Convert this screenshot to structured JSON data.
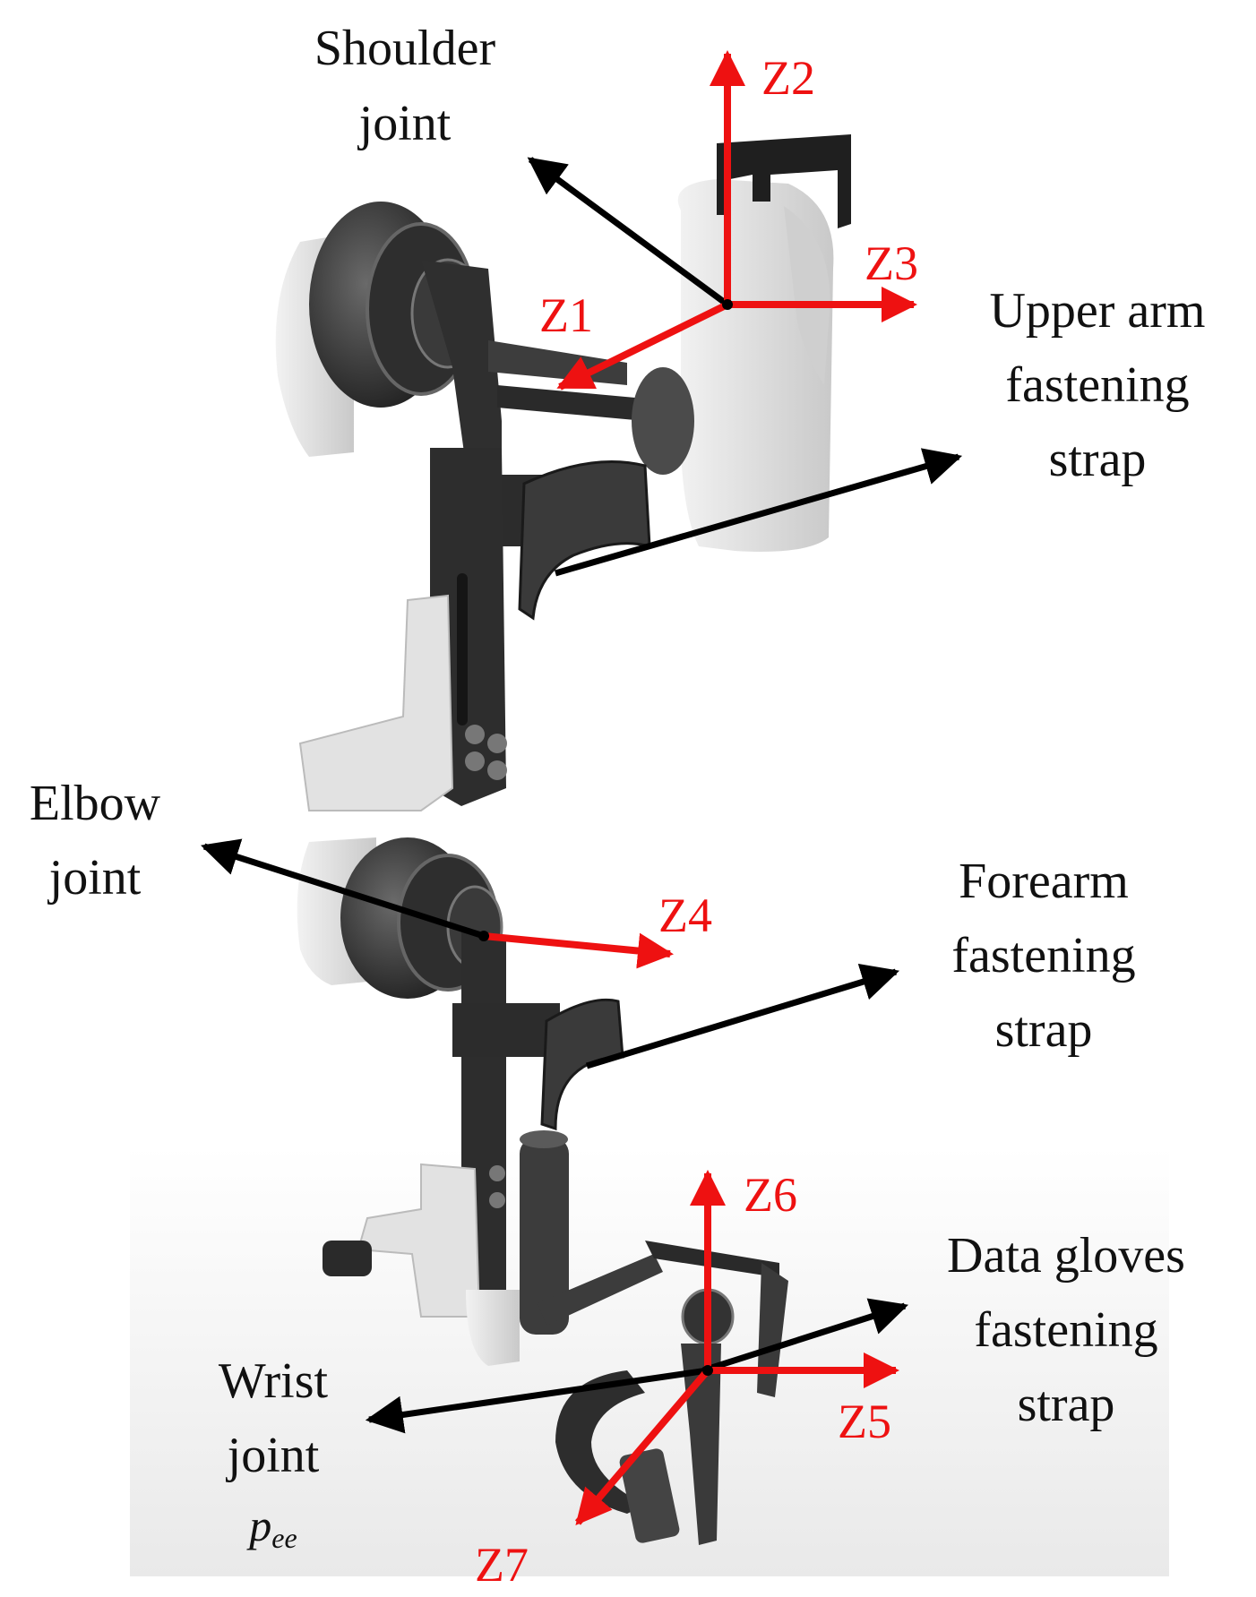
{
  "colors": {
    "axis": "#ee1111",
    "pointer": "#000000",
    "metal_dark": "#2b2b2b",
    "metal_mid": "#555555",
    "padding": "#d8d8d8",
    "shell": "#e6e6e6"
  },
  "labels": {
    "shoulder": [
      "Shoulder",
      "joint"
    ],
    "upper_strap": [
      "Upper arm",
      "fastening",
      "strap"
    ],
    "elbow": [
      "Elbow",
      "joint"
    ],
    "forearm_strap": [
      "Forearm",
      "fastening",
      "strap"
    ],
    "glove_strap": [
      "Data gloves",
      "fastening",
      "strap"
    ],
    "wrist": [
      "Wrist",
      "joint"
    ],
    "end_effector": {
      "symbol": "p",
      "subscript": "ee"
    }
  },
  "axes": {
    "z1": "Z1",
    "z2": "Z2",
    "z3": "Z3",
    "z4": "Z4",
    "z5": "Z5",
    "z6": "Z6",
    "z7": "Z7"
  }
}
